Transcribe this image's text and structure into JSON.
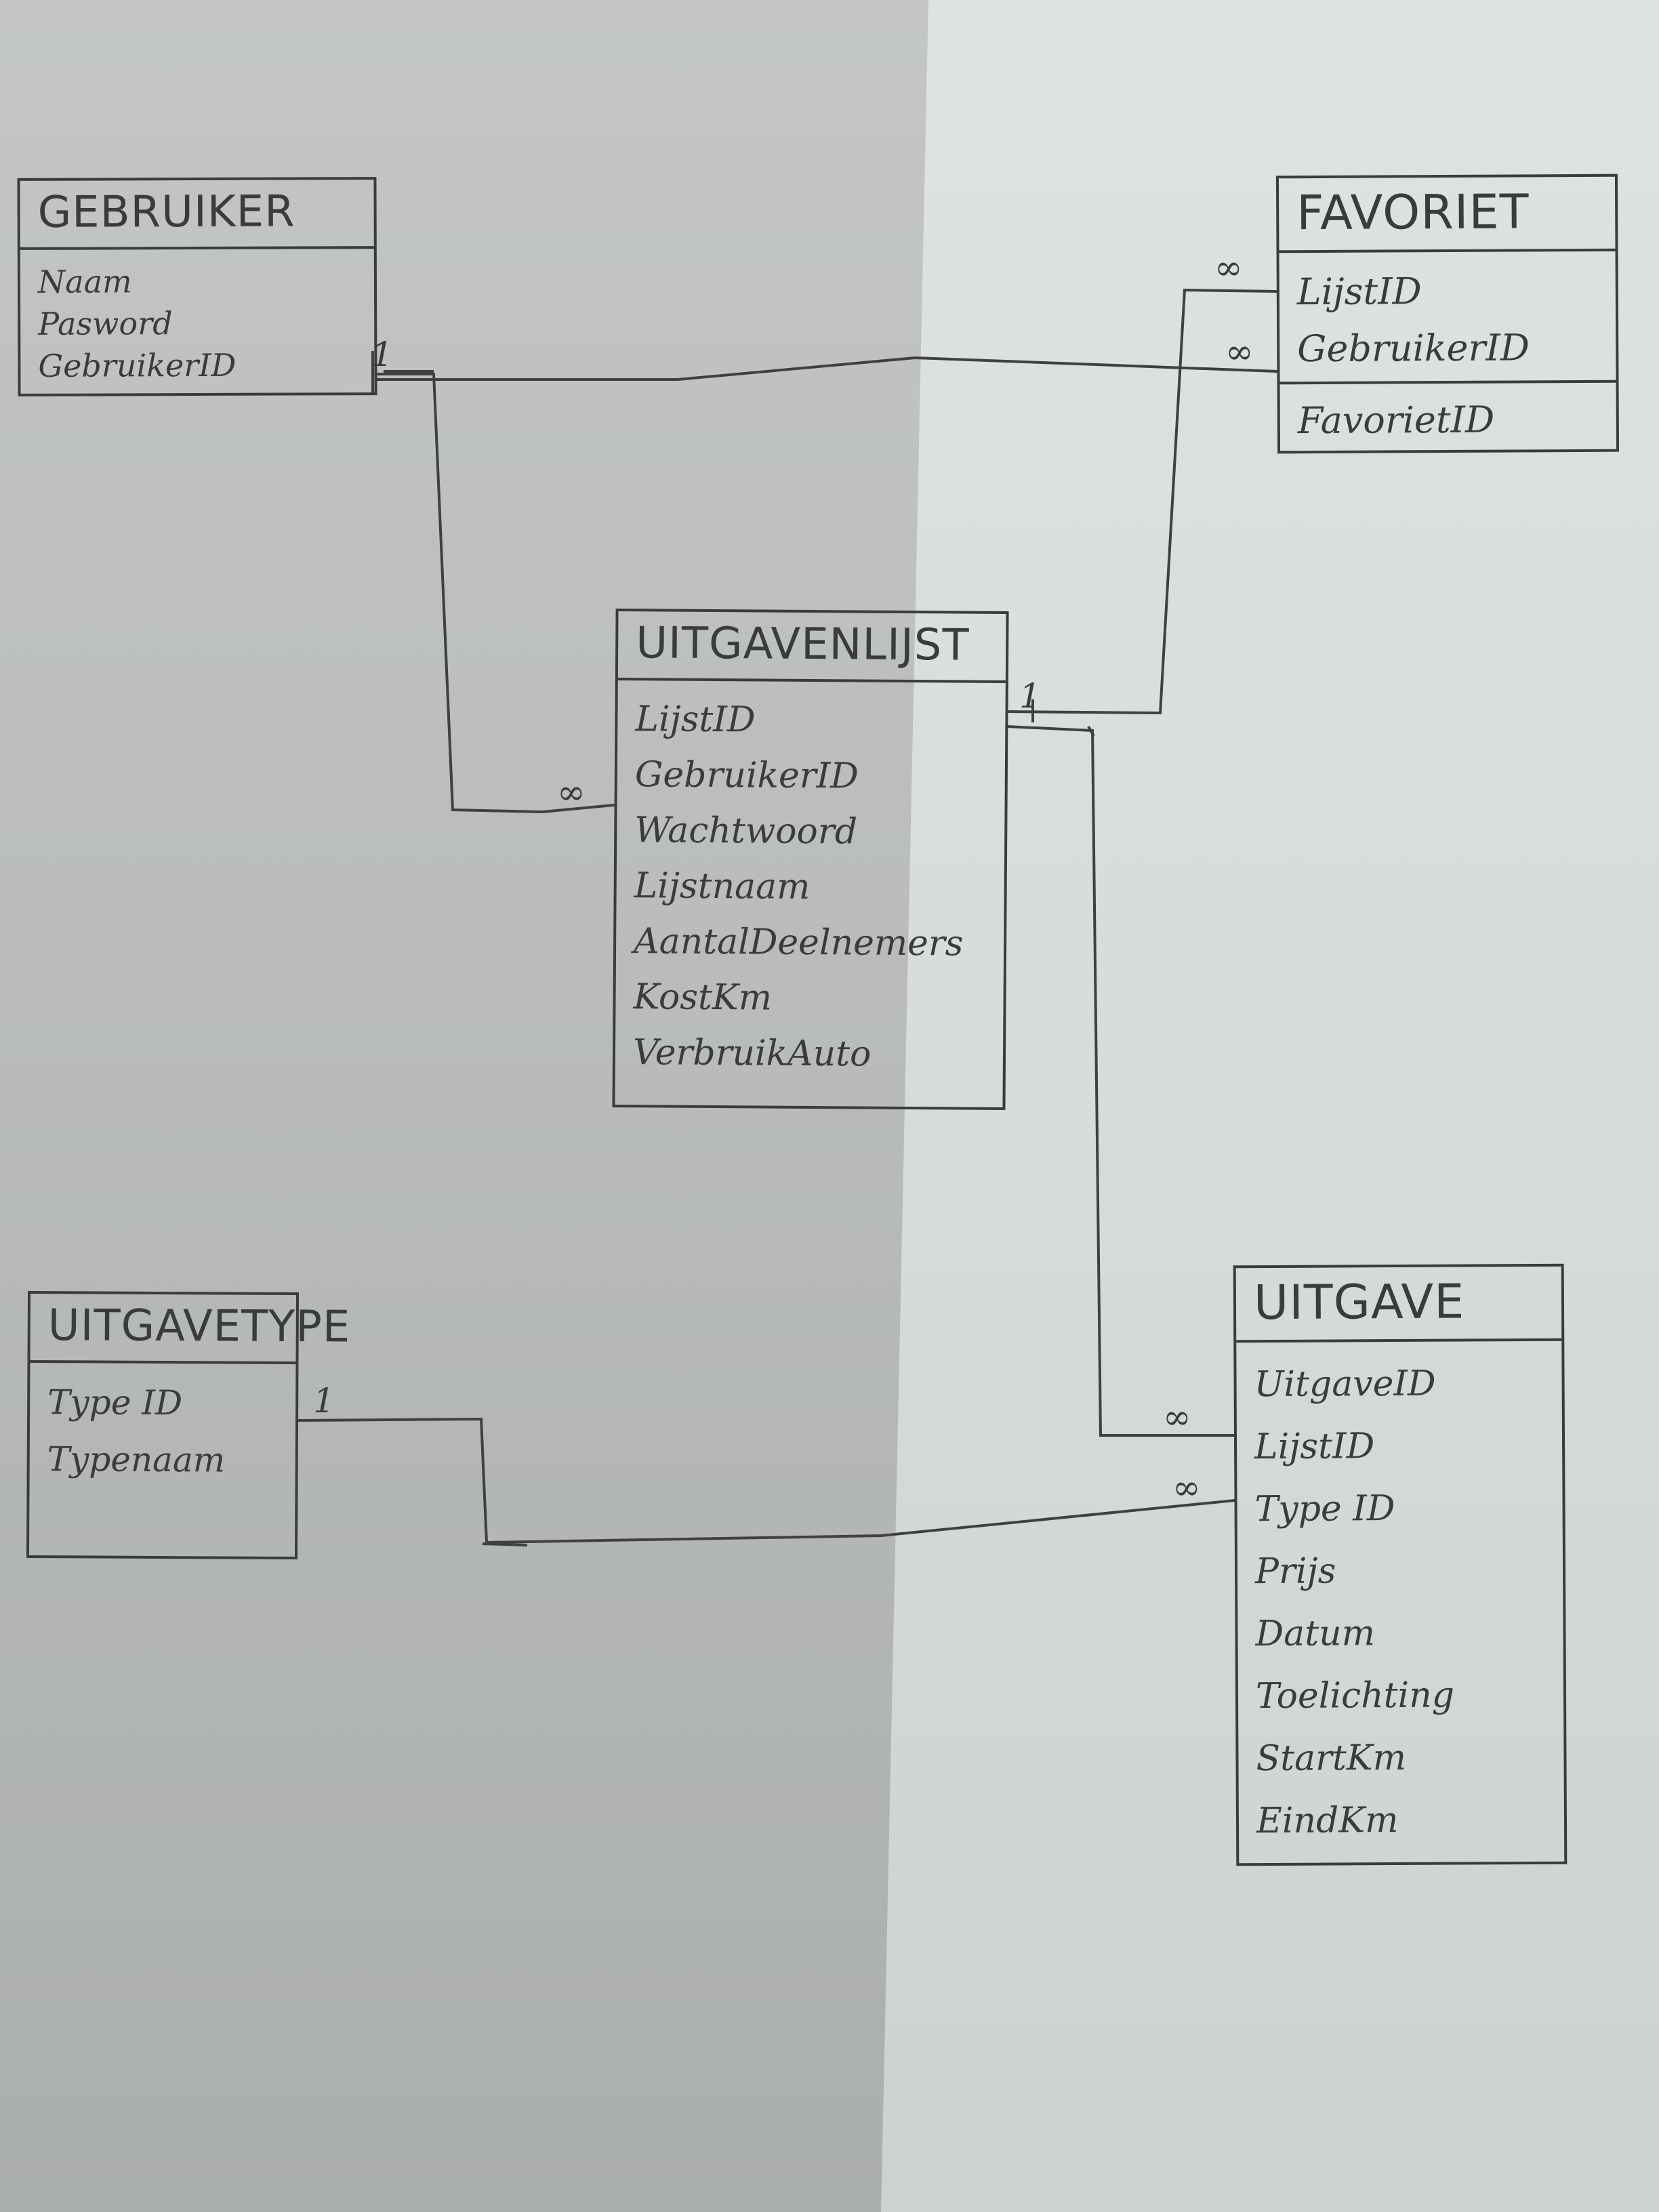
{
  "entities": {
    "gebruiker": {
      "title": "GEBRUIKER",
      "fields": [
        "Naam",
        "Pasword",
        "GebruikerID"
      ]
    },
    "favoriet": {
      "title": "FAVORIET",
      "fields": [
        "LijstID",
        "GebruikerID"
      ],
      "key_field": "FavorietID"
    },
    "uitgavenlijst": {
      "title": "UITGAVENLIJST",
      "fields": [
        "LijstID",
        "GebruikerID",
        "Wachtwoord",
        "Lijstnaam",
        "AantalDeelnemers",
        "KostKm",
        "VerbruikAuto"
      ]
    },
    "uitgavetype": {
      "title": "UITGAVETYPE",
      "fields": [
        "Type ID",
        "Typenaam"
      ]
    },
    "uitgave": {
      "title": "UITGAVE",
      "fields": [
        "UitgaveID",
        "LijstID",
        "Type ID",
        "Prijs",
        "Datum",
        "Toelichting",
        "StartKm",
        "EindKm"
      ]
    }
  },
  "relations": [
    {
      "from": "GEBRUIKER",
      "to": "UITGAVENLIJST",
      "from_cardinality": "1",
      "to_cardinality": "∞"
    },
    {
      "from": "GEBRUIKER",
      "to": "FAVORIET",
      "from_cardinality": "1",
      "to_cardinality": "∞"
    },
    {
      "from": "UITGAVENLIJST",
      "to": "FAVORIET",
      "from_cardinality": "1",
      "to_cardinality": "∞"
    },
    {
      "from": "UITGAVENLIJST",
      "to": "UITGAVE",
      "from_cardinality": "1",
      "to_cardinality": "∞"
    },
    {
      "from": "UITGAVETYPE",
      "to": "UITGAVE",
      "from_cardinality": "1",
      "to_cardinality": "∞"
    }
  ]
}
